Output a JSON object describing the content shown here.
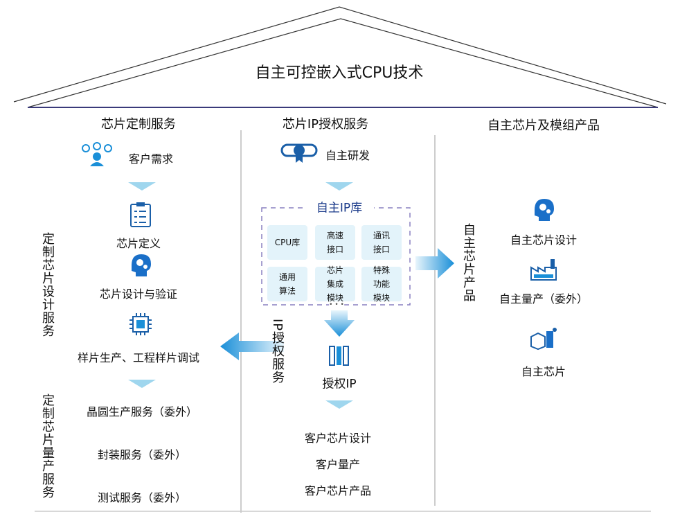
{
  "title": "自主可控嵌入式CPU技术",
  "columns": {
    "left": {
      "header": "芯片定制服务",
      "steps": [
        "客户需求",
        "芯片定义",
        "芯片设计与验证",
        "样片生产、工程样片调试"
      ],
      "group_design": "定制芯片设计服务",
      "group_production": "定制芯片量产服务",
      "production_items": [
        "晶圆生产服务（委外）",
        "封装服务（委外）",
        "测试服务（委外）"
      ]
    },
    "middle": {
      "header": "芯片IP授权服务",
      "start": "自主研发",
      "library_label": "自主IP库",
      "library_cells": [
        "CPU库",
        "高速\n接口",
        "通讯\n接口",
        "通用\n算法",
        "芯片\n集成\n模块",
        "特殊\n功能\n模块"
      ],
      "ellipsis": "• • •",
      "side_label": "IP授权服务",
      "licensed": "授权IP",
      "outputs": [
        "客户芯片设计",
        "客户量产",
        "客户芯片产品"
      ]
    },
    "right": {
      "header": "自主芯片及模组产品",
      "side_label": "自主芯片产品",
      "items": [
        "自主芯片设计",
        "自主量产（委外）",
        "自主芯片"
      ]
    }
  },
  "colors": {
    "accent": "#1a8fd8",
    "line": "#3a3a7a",
    "cell": "#e3f3fa",
    "arrow_light": "#9fd6ee",
    "dashed": "#8a80c0"
  },
  "icons": [
    "people-network-icon",
    "clipboard-icon",
    "head-gears-icon",
    "chip-icon",
    "certificate-icon",
    "binders-icon",
    "factory-icon",
    "boxes-icon"
  ]
}
